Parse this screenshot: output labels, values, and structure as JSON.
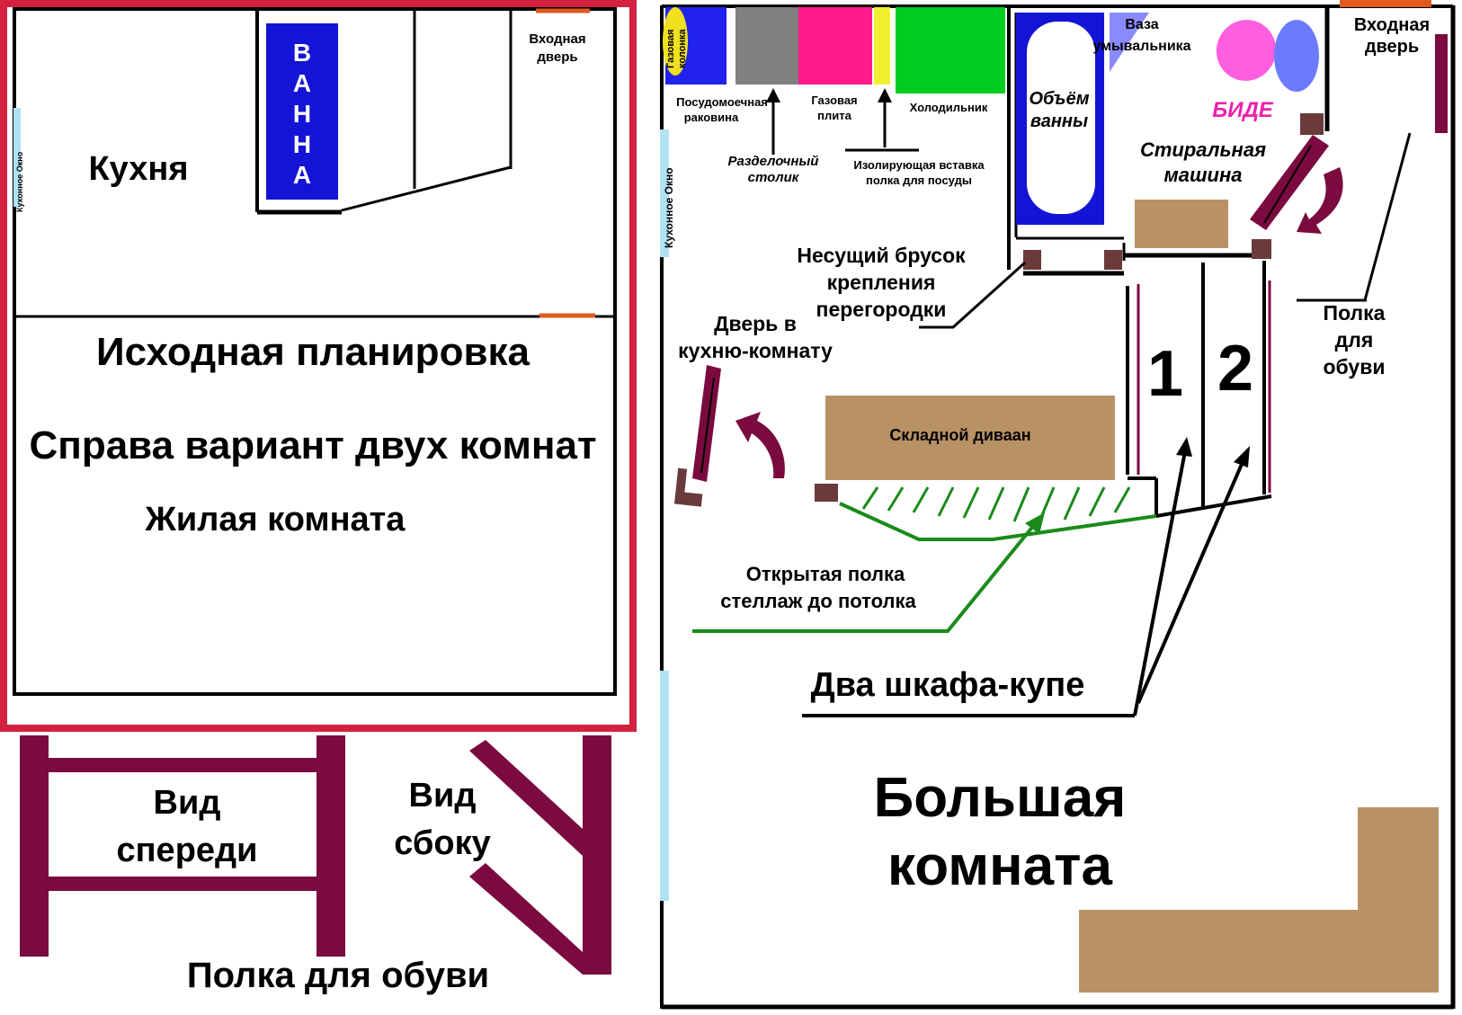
{
  "colors": {
    "frame_red": "#d3213f",
    "wall": "#000000",
    "bath_blue": "#1414d6",
    "maroon": "#7a0a3f",
    "door_brown": "#6b3a3a",
    "window": "#b0e2f2",
    "wood": "#b89265",
    "door_orange": "#e05a20",
    "green": "#1a8a1a",
    "gas_heater": "#f0e020",
    "sink": "#2222ee",
    "counter": "#808080",
    "stove": "#ff1a8c",
    "insert": "#f0ef30",
    "fridge": "#00cc22",
    "vase": "#8a8aff",
    "bidet_pink": "#ff5ee0",
    "bidet_blue": "#6c7aff",
    "bidet_label": "#ee22aa"
  },
  "left": {
    "bath_letters": [
      "В",
      "А",
      "Н",
      "Н",
      "А"
    ],
    "entrance_door": [
      "Входная",
      "дверь"
    ],
    "kitchen_window": "Кухонное Окно",
    "kitchen": "Кухня",
    "original_layout": "Исходная планировка",
    "right_variant": "Справа вариант двух комнат",
    "living_room": "Жилая комната"
  },
  "shelf": {
    "front_view": [
      "Вид",
      "спереди"
    ],
    "side_view": [
      "Вид",
      "сбоку"
    ],
    "caption": "Полка для обуви"
  },
  "right": {
    "gas_heater": [
      "Газовая",
      "колонка"
    ],
    "sink": [
      "Посудомоечная",
      "раковина"
    ],
    "stove": [
      "Газовая",
      "плита"
    ],
    "fridge": "Холодильник",
    "cutting_table": [
      "Разделочный",
      "столик"
    ],
    "insert_shelf": [
      "Изолирующая вставка",
      "полка для посуды"
    ],
    "kitchen_window": "Кухонное Окно",
    "bath_volume": [
      "Объём",
      "ванны"
    ],
    "washbasin": [
      "Ваза",
      "умывальника"
    ],
    "bidet": "БИДЕ",
    "washer": [
      "Стиральная",
      "машина"
    ],
    "entrance_door": [
      "Входная",
      "дверь"
    ],
    "beam": [
      "Несущий брусок",
      "крепления",
      "перегородки"
    ],
    "kitchen_door": [
      "Дверь в",
      "кухню-комнату"
    ],
    "closet1": "1",
    "closet2": "2",
    "shoe_shelf": [
      "Полка",
      "для",
      "обуви"
    ],
    "sofa": "Складной диваан",
    "open_shelf": [
      "Открытая полка",
      "стеллаж до потолка"
    ],
    "two_closets": "Два  шкафа-купе",
    "big_room": [
      "Большая",
      "комната"
    ]
  }
}
